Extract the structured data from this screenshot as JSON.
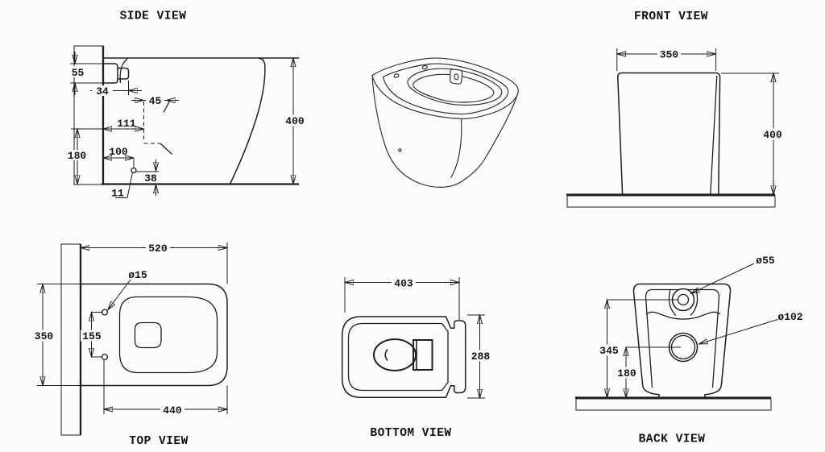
{
  "colors": {
    "line": "#1f1f1f",
    "bg": "#fcfcfa"
  },
  "views": {
    "side": {
      "title": "SIDE VIEW",
      "d55": "55",
      "d34": "34",
      "d45": "45",
      "d111": "111",
      "d180": "180",
      "d100": "100",
      "d38": "38",
      "d11": "11",
      "d400": "400"
    },
    "front": {
      "title": "FRONT VIEW",
      "d350": "350",
      "d400": "400"
    },
    "top": {
      "title": "TOP VIEW",
      "d520": "520",
      "d350": "350",
      "d155": "155",
      "d440": "440",
      "dhole": "ø15"
    },
    "bottom": {
      "title": "BOTTOM VIEW",
      "d403": "403",
      "d288": "288"
    },
    "back": {
      "title": "BACK VIEW",
      "dinlet": "ø55",
      "doutlet": "ø102",
      "d345": "345",
      "d180": "180"
    }
  }
}
